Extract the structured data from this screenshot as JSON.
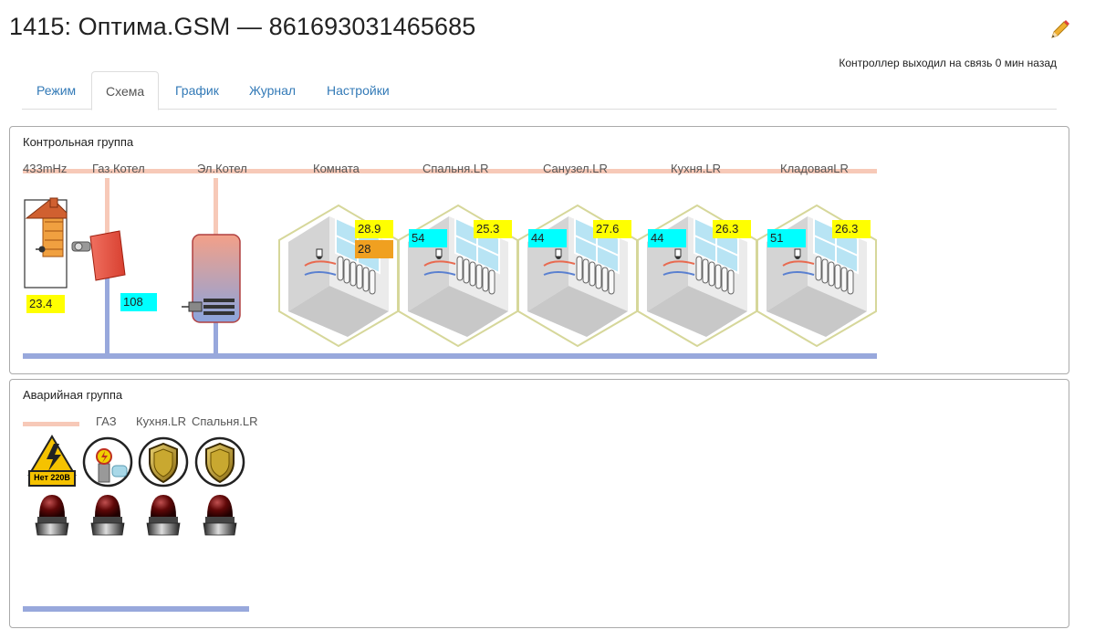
{
  "page": {
    "title": "1415: Оптима.GSM — 861693031465685"
  },
  "status": {
    "text": "Контроллер выходил на связь 0 мин назад"
  },
  "tabs": [
    {
      "label": "Режим",
      "active": false
    },
    {
      "label": "Схема",
      "active": true
    },
    {
      "label": "График",
      "active": false
    },
    {
      "label": "Журнал",
      "active": false
    },
    {
      "label": "Настройки",
      "active": false
    }
  ],
  "control_group": {
    "title": "Контрольная группа",
    "devices": [
      {
        "label": "433mHz",
        "value": "23.4"
      },
      {
        "label": "Газ.Котел",
        "value": "108"
      },
      {
        "label": "Эл.Котел"
      }
    ],
    "rooms": [
      {
        "label": "Комната",
        "humidity": "",
        "temp": "28.9",
        "setpoint": "28"
      },
      {
        "label": "Спальня.LR",
        "humidity": "54",
        "temp": "25.3"
      },
      {
        "label": "Санузел.LR",
        "humidity": "44",
        "temp": "27.6"
      },
      {
        "label": "Кухня.LR",
        "humidity": "44",
        "temp": "26.3"
      },
      {
        "label": "КладоваяLR",
        "humidity": "51",
        "temp": "26.3"
      }
    ]
  },
  "alarm_group": {
    "title": "Аварийная группа",
    "sensors": [
      {
        "label": "",
        "badge": "Нет 220В",
        "icon": "power-warning-icon"
      },
      {
        "label": "ГАЗ",
        "icon": "gas-valve-icon"
      },
      {
        "label": "Кухня.LR",
        "icon": "shield-icon"
      },
      {
        "label": "Спальня.LR",
        "icon": "shield-icon"
      }
    ]
  },
  "colors": {
    "link": "#337ab7",
    "value_temp": "#ffff00",
    "value_humidity": "#00ffff",
    "value_setpoint": "#f0a020",
    "pipe_hot": "#f4b9a8",
    "pipe_cold": "#8fa2d8"
  }
}
